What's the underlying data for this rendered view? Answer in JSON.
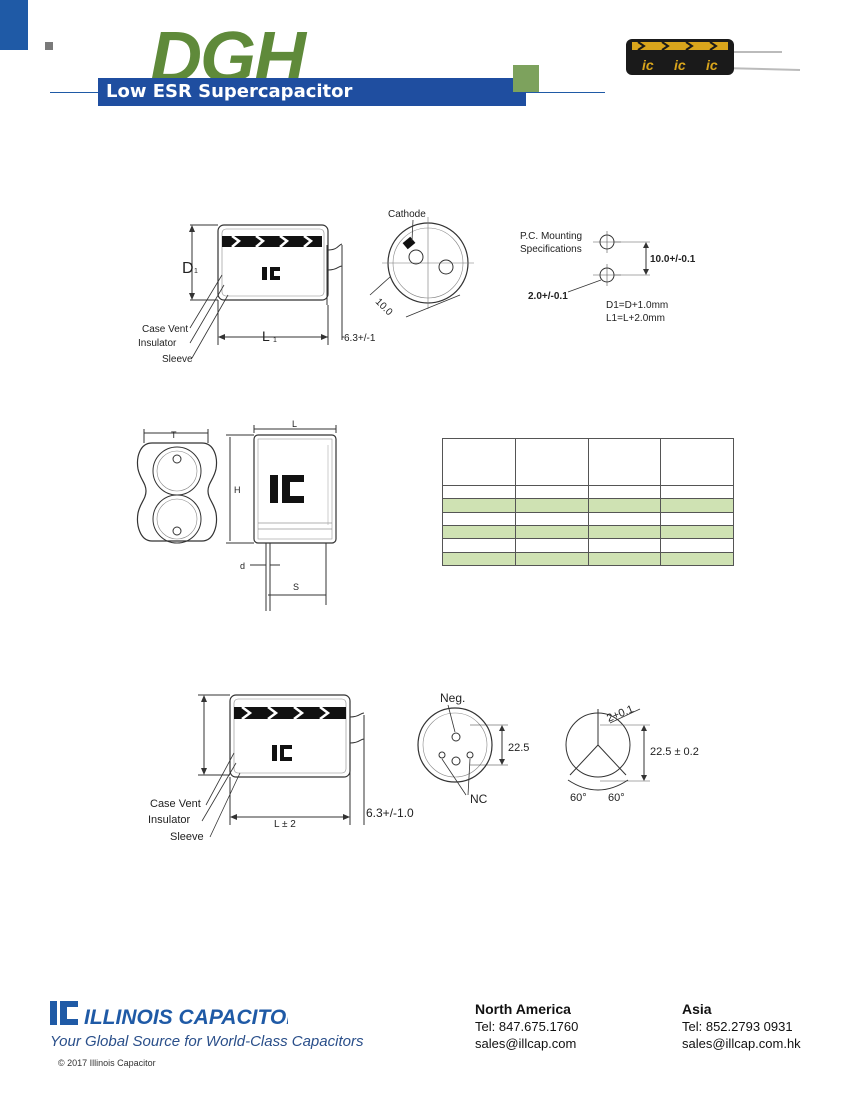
{
  "header": {
    "series": "DGH",
    "subtitle": "Low ESR Supercapacitor"
  },
  "photo_labels": [
    "ic",
    "ic",
    "ic"
  ],
  "drawing1": {
    "cathode": "Cathode",
    "d1": "D",
    "d1_sub": "1",
    "l1": "L",
    "l1_sub": "1",
    "lead_len": "6.3+/-1",
    "diam": "10.0",
    "case_vent": "Case Vent",
    "insulator": "Insulator",
    "sleeve": "Sleeve",
    "pc_mount_1": "P.C. Mounting",
    "pc_mount_2": "Specifications",
    "pitch": "10.0+/-0.1",
    "hole": "2.0+/-0.1",
    "note_d": "D1=D+1.0mm",
    "note_l": "L1=L+2.0mm"
  },
  "drawing2": {
    "t": "T",
    "l": "L",
    "h": "H",
    "d": "d",
    "s": "S"
  },
  "drawing3": {
    "neg": "Neg.",
    "nc": "NC",
    "dim_22_5": "22.5",
    "hole": "2+0.1",
    "pitch": "22.5 ± 0.2",
    "angle1": "60°",
    "angle2": "60°",
    "lead_len": "6.3+/-1.0",
    "length": "L ± 2",
    "case_vent": "Case Vent",
    "insulator": "Insulator",
    "sleeve": "Sleeve"
  },
  "footer": {
    "company": "ILLINOIS CAPACITOR",
    "tagline": "Your Global Source for World-Class Capacitors",
    "copyright": "© 2017 Illinois Capacitor",
    "north_america": {
      "heading": "North America",
      "tel": "Tel: 847.675.1760",
      "email": "sales@illcap.com"
    },
    "asia": {
      "heading": "Asia",
      "tel": "Tel: 852.2793 0931",
      "email": "sales@illcap.com.hk"
    }
  },
  "colors": {
    "brand_blue": "#1f4ea0",
    "brand_green": "#5f8a3a",
    "table_green": "#cfe2b3"
  }
}
